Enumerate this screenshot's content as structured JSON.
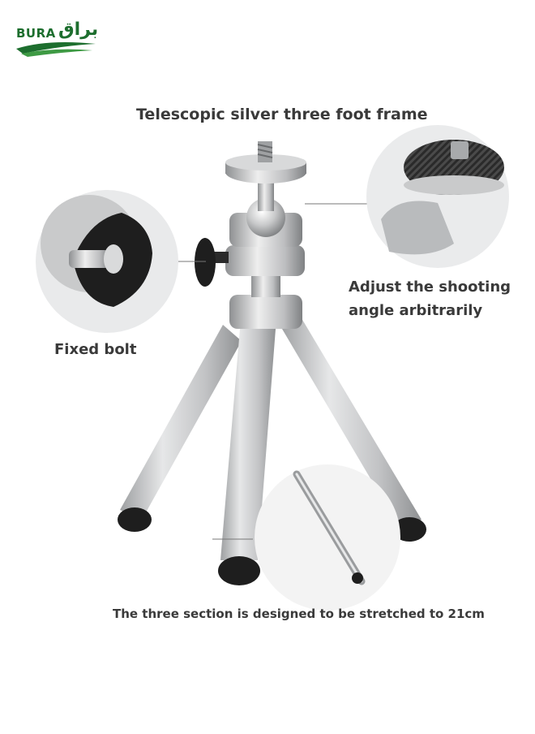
{
  "brand": {
    "logo_latin": "BURA",
    "logo_arabic": "براق",
    "brand_color": "#1d6e2e"
  },
  "callouts": {
    "top_title": "Telescopic silver three foot frame",
    "adjust_line1": "Adjust the shooting",
    "adjust_line2": "angle arbitrarily",
    "fixed_bolt": "Fixed bolt",
    "stretch": "The three section is designed to be stretched to 21cm"
  },
  "colors": {
    "silver": "#c9cacb",
    "dark": "#1e1e1e",
    "text": "#3a3a3a"
  }
}
